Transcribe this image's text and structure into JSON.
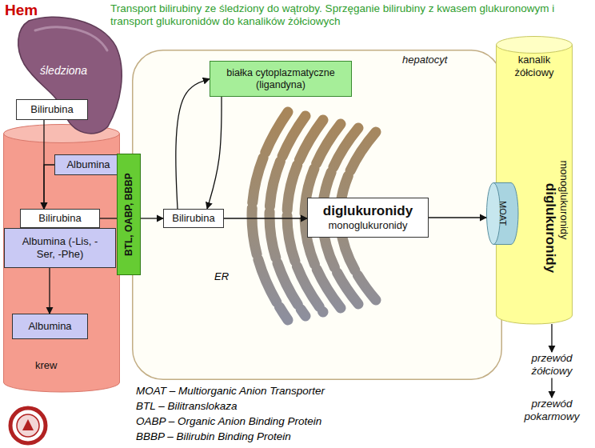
{
  "diagram": {
    "title": "Transport bilirubiny ze śledziony do wątroby. Sprzęganie bilirubiny z kwasem glukuronowym i transport glukuronidów do kanalików żółciowych",
    "nodes": [
      {
        "text": [
          "śledziona"
        ]
      },
      {
        "text": [
          "Bilirubina"
        ]
      },
      {
        "text": [
          "krew"
        ]
      },
      {
        "text": [
          "Albumina"
        ],
        "in": 2
      },
      {
        "text": [
          "Bilirubina"
        ],
        "in": 2
      },
      {
        "text": [
          "Albumina (-Lis, -Ser, -Phe)"
        ],
        "in": 2
      },
      {
        "text": [
          "Albumina"
        ],
        "in": 2
      },
      {
        "text": [
          "BTL, OABP, BBBP"
        ]
      },
      {
        "text": [
          "hepatocyt"
        ]
      },
      {
        "text": [
          "białka cytoplazmatyczne (ligandyna)"
        ],
        "in": 8
      },
      {
        "text": [
          "Bilirubina"
        ],
        "in": 8
      },
      {
        "text": [
          "diglukuronidy",
          "monoglukuronidy"
        ],
        "in": 8
      },
      {
        "text": [
          "kanalik żółciowy",
          "monoglukuronidy",
          "diglukuronidy"
        ]
      },
      {
        "text": [
          "MOAT"
        ],
        "in": 12
      },
      {
        "text": [
          "przewód żółciowy"
        ]
      },
      {
        "text": [
          "przewód pokarmowy"
        ]
      }
    ],
    "edges": [
      {
        "from": 1,
        "to": 4,
        "arrow": "to"
      },
      {
        "from": 3,
        "to": 4,
        "arrow": "to"
      },
      {
        "from": 5,
        "to": 6,
        "arrow": "to"
      },
      {
        "from": 4,
        "to": 7,
        "arrow": "none"
      },
      {
        "from": 7,
        "to": 10,
        "arrow": "to"
      },
      {
        "from": 10,
        "to": 9,
        "arrow": "to"
      },
      {
        "from": 9,
        "to": 10,
        "arrow": "to"
      },
      {
        "from": 10,
        "to": 11,
        "arrow": "to"
      },
      {
        "from": 11,
        "to": 13,
        "arrow": "to"
      },
      {
        "from": 12,
        "to": 14,
        "arrow": "to"
      },
      {
        "from": 14,
        "to": 15,
        "arrow": "to"
      }
    ],
    "labels": [
      "Hem",
      "ER",
      "MOAT – Multiorganic Anion Transporter",
      "BTL – Bilitranslokaza",
      "OABP – Organic Anion Binding Protein",
      "BBBP – Bilirubin Binding Protein"
    ]
  }
}
